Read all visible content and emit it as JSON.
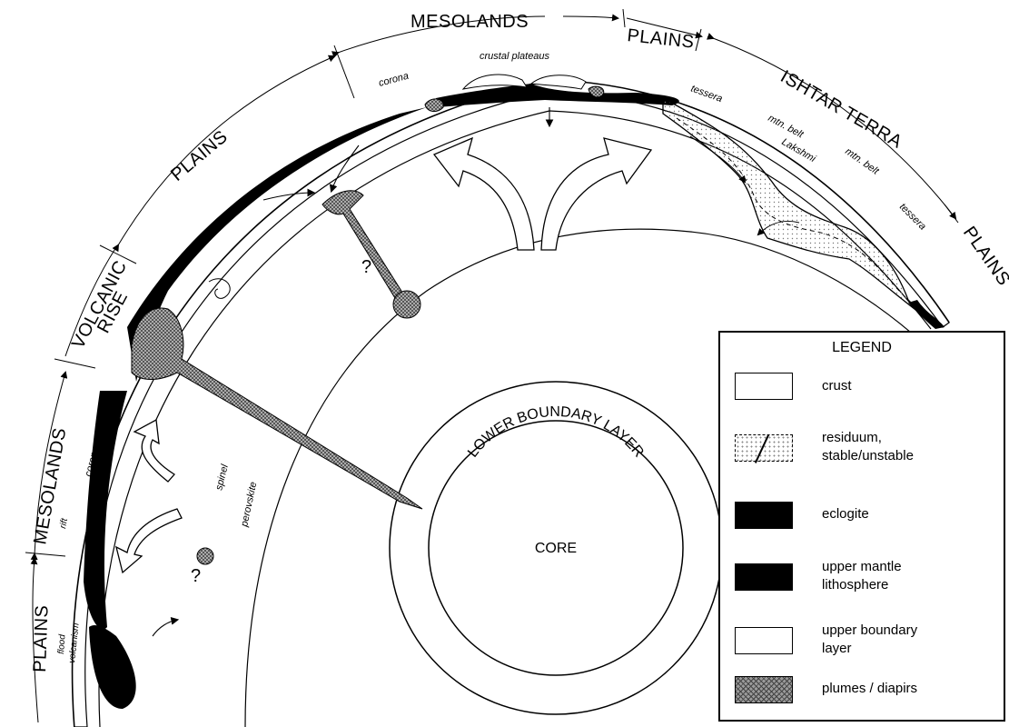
{
  "labels": {
    "mesolands_top": "MESOLANDS",
    "plains_top": "PLAINS",
    "ishtar_terra": "ISHTAR TERRA",
    "plains_right": "PLAINS",
    "plains_upper_left": "PLAINS",
    "volcanic": "VOLCANIC",
    "rise": "RISE",
    "mesolands_left": "MESOLANDS",
    "plains_bottom_left": "PLAINS",
    "corona_top": "corona",
    "crustal_plateaus": "crustal plateaus",
    "tessera_left": "tessera",
    "mtn_belt_1": "mtn. belt",
    "lakshmi": "Lakshmi",
    "mtn_belt_2": "mtn. belt",
    "tessera_right": "tessera",
    "corona_left": "corona",
    "rift": "rift",
    "flood": "flood",
    "volcanism": "volcanism",
    "spinel": "spinel",
    "perovskite": "perovskite",
    "lower_boundary_layer": "LOWER BOUNDARY LAYER",
    "core": "CORE",
    "question_1": "?",
    "question_2": "?"
  },
  "legend": {
    "title": "LEGEND",
    "items": [
      {
        "label": "crust",
        "label2": ""
      },
      {
        "label": "residuum,",
        "label2": "stable/unstable"
      },
      {
        "label": "eclogite",
        "label2": ""
      },
      {
        "label": "upper mantle",
        "label2": "lithosphere"
      },
      {
        "label": "upper boundary",
        "label2": "layer"
      },
      {
        "label": "plumes / diapirs",
        "label2": ""
      }
    ]
  }
}
